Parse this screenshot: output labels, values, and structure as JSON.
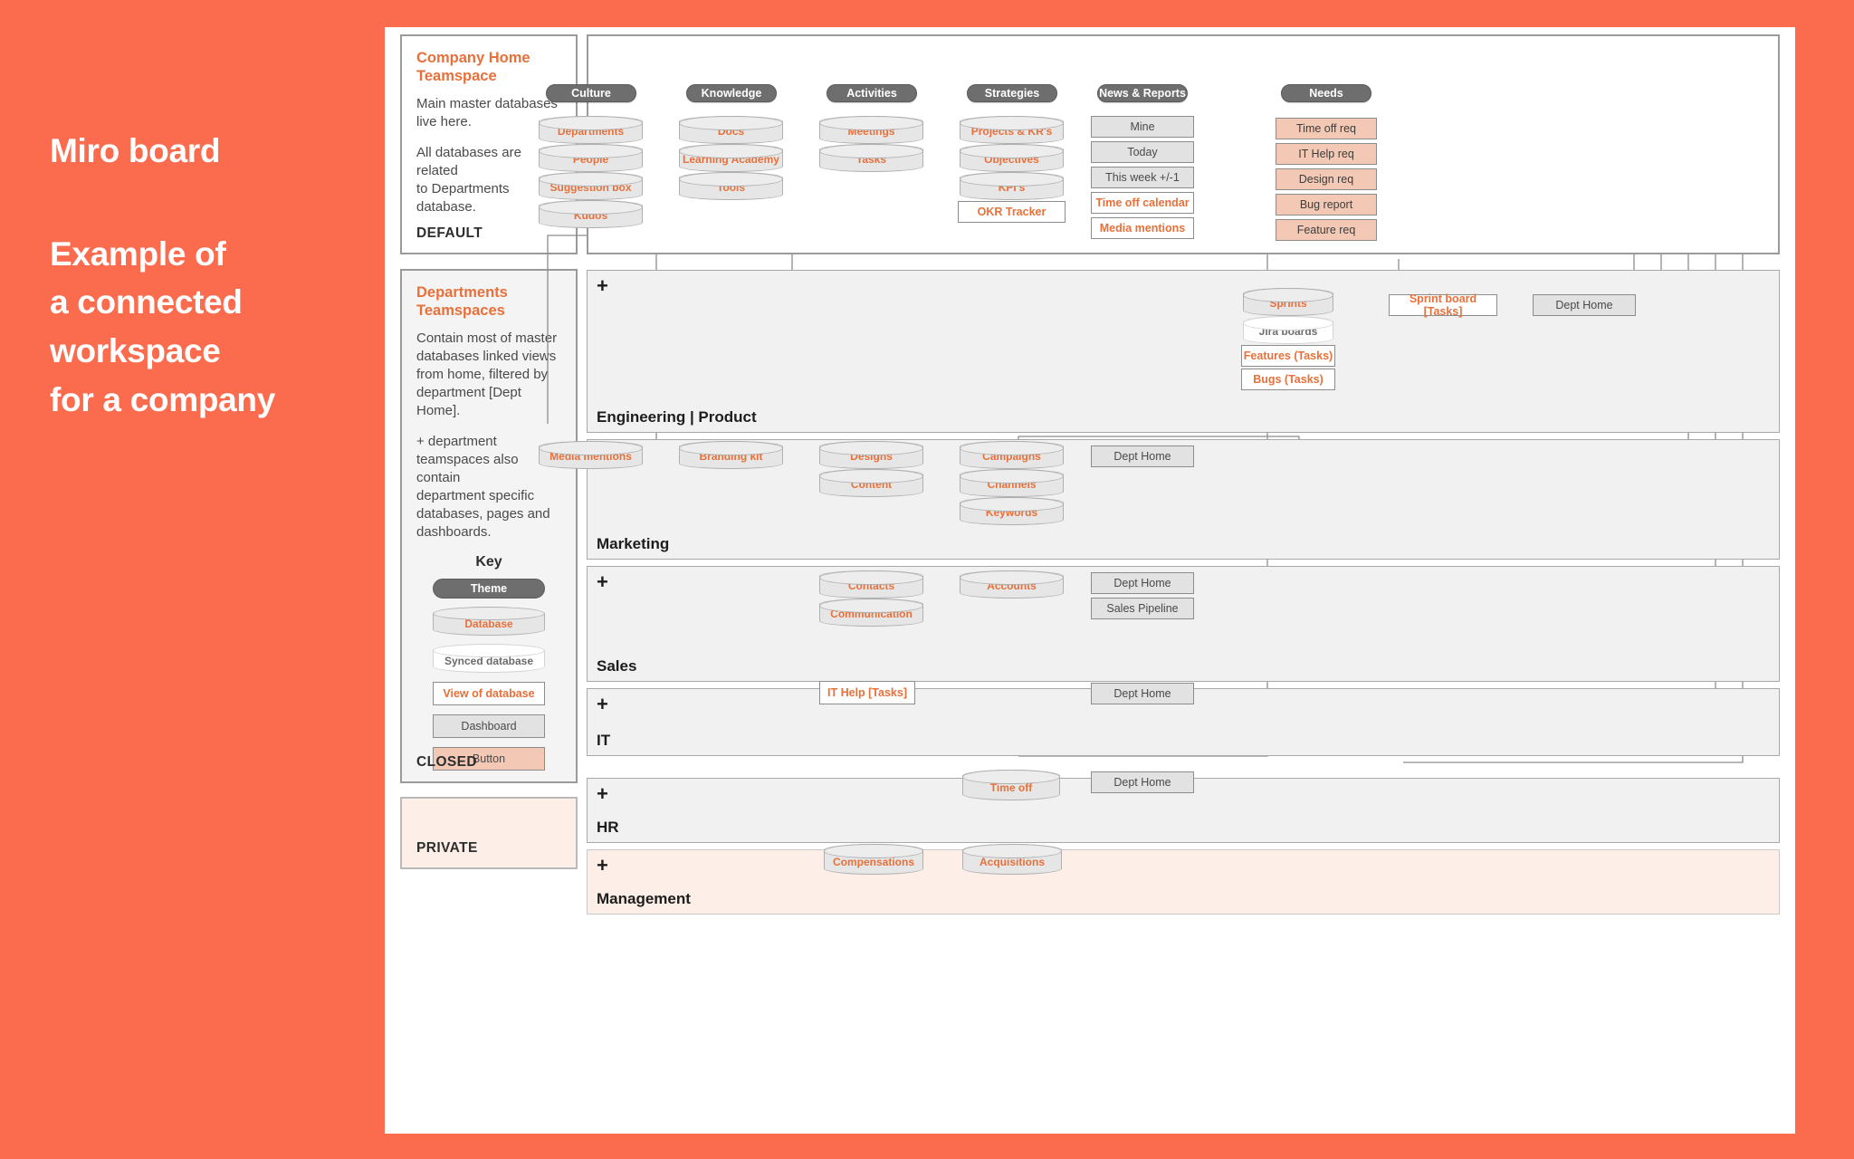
{
  "intro": {
    "lines": [
      "Miro board",
      "",
      "Example of",
      "a connected",
      "workspace",
      "for a company"
    ],
    "title": "Miro board",
    "subtitle_l1": "Example of",
    "subtitle_l2": "a connected",
    "subtitle_l3": "workspace",
    "subtitle_l4": "for a company",
    "bg_color": "#fb6c4e"
  },
  "sidebar": {
    "cards": [
      {
        "title_l1": "Company Home",
        "title_l2": "Teamspace",
        "body_l1": "Main master databases",
        "body_l2": "live here.",
        "body_l3": "All databases are related",
        "body_l4": "to Departments",
        "body_l5": "database.",
        "footer": "DEFAULT"
      },
      {
        "title_l1": "Departments",
        "title_l2": "Teamspaces",
        "body_l1": "Contain most of master",
        "body_l2": "databases linked views",
        "body_l3": "from home, filtered by",
        "body_l4": "department [Dept",
        "body_l5": "Home].",
        "body2_l1": "+ department",
        "body2_l2": "teamspaces also contain",
        "body2_l3": "department specific",
        "body2_l4": "databases, pages and",
        "body2_l5": "dashboards.",
        "footer": "CLOSED"
      },
      {
        "footer": "PRIVATE"
      }
    ],
    "key": {
      "title": "Key",
      "items": [
        {
          "label": "Theme",
          "kind": "theme"
        },
        {
          "label": "Database",
          "kind": "database"
        },
        {
          "label": "Synced database",
          "kind": "synced"
        },
        {
          "label": "View of database",
          "kind": "view"
        },
        {
          "label": "Dashboard",
          "kind": "dashboard"
        },
        {
          "label": "Button",
          "kind": "button"
        }
      ]
    }
  },
  "home": {
    "themes": [
      {
        "label": "Culture"
      },
      {
        "label": "Knowledge"
      },
      {
        "label": "Activities"
      },
      {
        "label": "Strategies"
      },
      {
        "label": "News & Reports"
      },
      {
        "label": "Needs"
      }
    ],
    "culture": [
      "Departments",
      "People",
      "Suggestion box",
      "Kudos"
    ],
    "knowledge": [
      "Docs",
      "Learning Academy",
      "Tools"
    ],
    "activities": [
      "Meetings",
      "Tasks"
    ],
    "strategies_db": [
      "Projects & KR's",
      "Objectives",
      "KPI's"
    ],
    "strategies_view": [
      "OKR Tracker"
    ],
    "news_dashboards": [
      "Mine",
      "Today",
      "This week +/-1"
    ],
    "news_views": [
      "Time off calendar",
      "Media mentions"
    ],
    "needs_buttons": [
      "Time off req",
      "IT Help req",
      "Design req",
      "Bug report",
      "Feature req"
    ]
  },
  "departments": [
    {
      "name": "Engineering | Product",
      "plus": "+",
      "databases": [
        "Sprints"
      ],
      "synced": [
        "Jira boards"
      ],
      "views": [
        "Features (Tasks)",
        "Bugs (Tasks)"
      ],
      "right_views": [
        "Sprint board [Tasks]"
      ],
      "dashboards": [
        "Dept Home"
      ]
    },
    {
      "name": "Marketing",
      "plus": "+",
      "databases": [
        "Media mentions",
        "Branding kit",
        "Designs",
        "Content",
        "Campaigns",
        "Channels",
        "Keywords"
      ],
      "dashboards": [
        "Dept Home"
      ]
    },
    {
      "name": "Sales",
      "plus": "+",
      "databases": [
        "Contacts",
        "Communication",
        "Accounts"
      ],
      "dashboards": [
        "Dept Home",
        "Sales Pipeline"
      ]
    },
    {
      "name": "IT",
      "plus": "+",
      "views": [
        "IT Help [Tasks]"
      ],
      "dashboards": [
        "Dept Home"
      ]
    },
    {
      "name": "HR",
      "plus": "+",
      "databases": [
        "Time off"
      ],
      "dashboards": [
        "Dept Home"
      ]
    },
    {
      "name": "Management",
      "plus": "+",
      "databases": [
        "Compensations",
        "Acquisitions"
      ]
    }
  ],
  "colors": {
    "brand_orange": "#fb6c4e",
    "accent_text": "#e8703a",
    "theme_gray": "#6e6e6e",
    "button_peach": "#f3c9b5",
    "panel_gray": "#f1f1f1"
  }
}
